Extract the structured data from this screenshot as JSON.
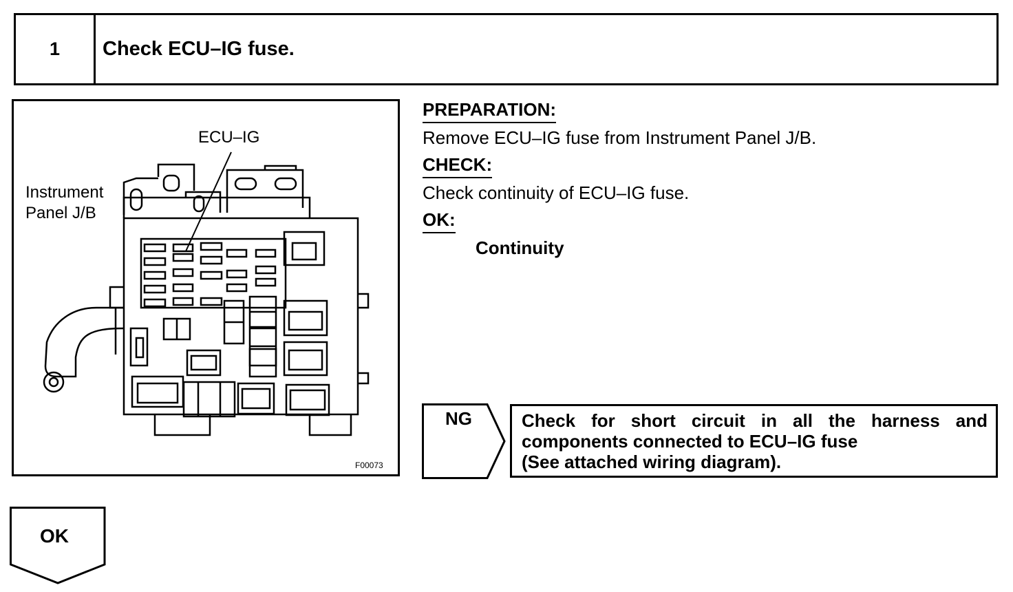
{
  "step": {
    "number": "1",
    "title": "Check ECU–IG fuse."
  },
  "illustration": {
    "fuse_label": "ECU–IG",
    "panel_label_line1": "Instrument",
    "panel_label_line2": "Panel J/B",
    "figure_code": "F00073"
  },
  "procedure": {
    "preparation_heading": "PREPARATION:",
    "preparation_text": "Remove ECU–IG fuse from Instrument Panel J/B.",
    "check_heading": "CHECK:",
    "check_text": "Check continuity of ECU–IG fuse.",
    "ok_heading": "OK:",
    "ok_value": "Continuity"
  },
  "ng_branch": {
    "tag": "NG",
    "line1": "Check for short circuit in all the harness and",
    "line2": "components connected to ECU–IG fuse",
    "line3": "(See attached wiring diagram)."
  },
  "ok_branch": {
    "tag": "OK"
  }
}
